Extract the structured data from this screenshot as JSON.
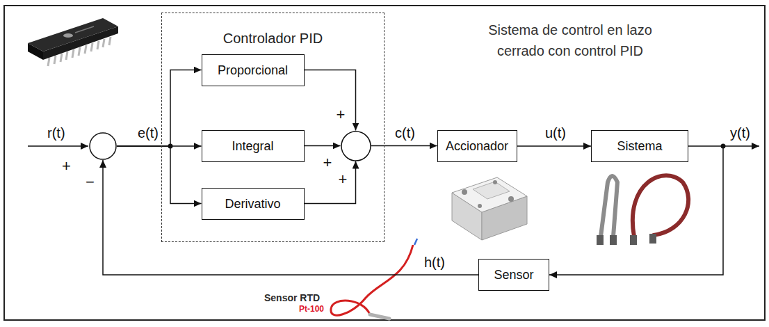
{
  "diagram": {
    "title": "Sistema de control en lazo cerrado con control PID",
    "nodes": [
      {
        "text": [
          "+",
          "−"
        ]
      },
      {
        "text": [
          "Controlador PID"
        ]
      },
      {
        "text": [
          "Proporcional"
        ],
        "in": 1
      },
      {
        "text": [
          "Integral"
        ],
        "in": 1
      },
      {
        "text": [
          "Derivativo"
        ],
        "in": 1
      },
      {
        "text": [
          "+",
          "+",
          "+"
        ],
        "in": 1
      },
      {
        "text": [
          "Accionador"
        ]
      },
      {
        "text": [
          "Sistema"
        ]
      },
      {
        "text": [
          "Sensor"
        ]
      }
    ],
    "edges": [
      {
        "from": 0,
        "to": 2,
        "arrow": "to"
      },
      {
        "from": 0,
        "to": 3,
        "arrow": "to"
      },
      {
        "from": 0,
        "to": 4,
        "arrow": "to"
      },
      {
        "from": 2,
        "to": 5,
        "arrow": "to"
      },
      {
        "from": 3,
        "to": 5,
        "arrow": "to"
      },
      {
        "from": 4,
        "to": 5,
        "arrow": "to"
      },
      {
        "from": 5,
        "to": 6,
        "label": "c(t)",
        "arrow": "to"
      },
      {
        "from": 6,
        "to": 7,
        "label": "u(t)",
        "arrow": "to"
      },
      {
        "from": 7,
        "to": 8,
        "arrow": "to"
      },
      {
        "from": 8,
        "to": 0,
        "label": "h(t)",
        "arrow": "to"
      }
    ],
    "labels": [
      "r(t)",
      "e(t)",
      "y(t)",
      "Sensor RTD",
      "Pt-100"
    ]
  }
}
